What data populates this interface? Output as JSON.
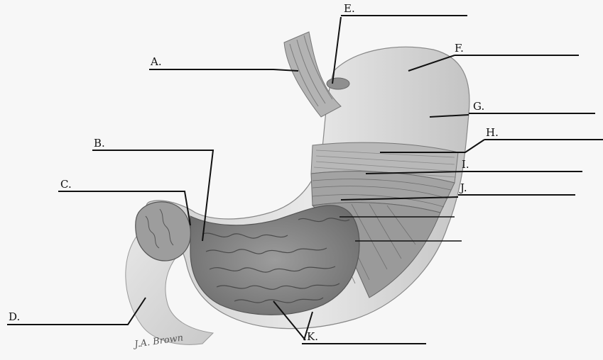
{
  "labels": {
    "a": "A.",
    "b": "B.",
    "c": "C.",
    "d": "D.",
    "e": "E.",
    "f": "F.",
    "g": "G.",
    "h": "H.",
    "i": "I.",
    "j": "J.",
    "k": "K."
  },
  "signature": "J.A. Brown",
  "colors": {
    "background": "#f7f7f7",
    "outer_wall": "#dcdcdc",
    "mucosa": "#8e8e8e",
    "rugae": "#5a5a5a",
    "muscle": "#a9a9a9",
    "line": "#111111"
  }
}
